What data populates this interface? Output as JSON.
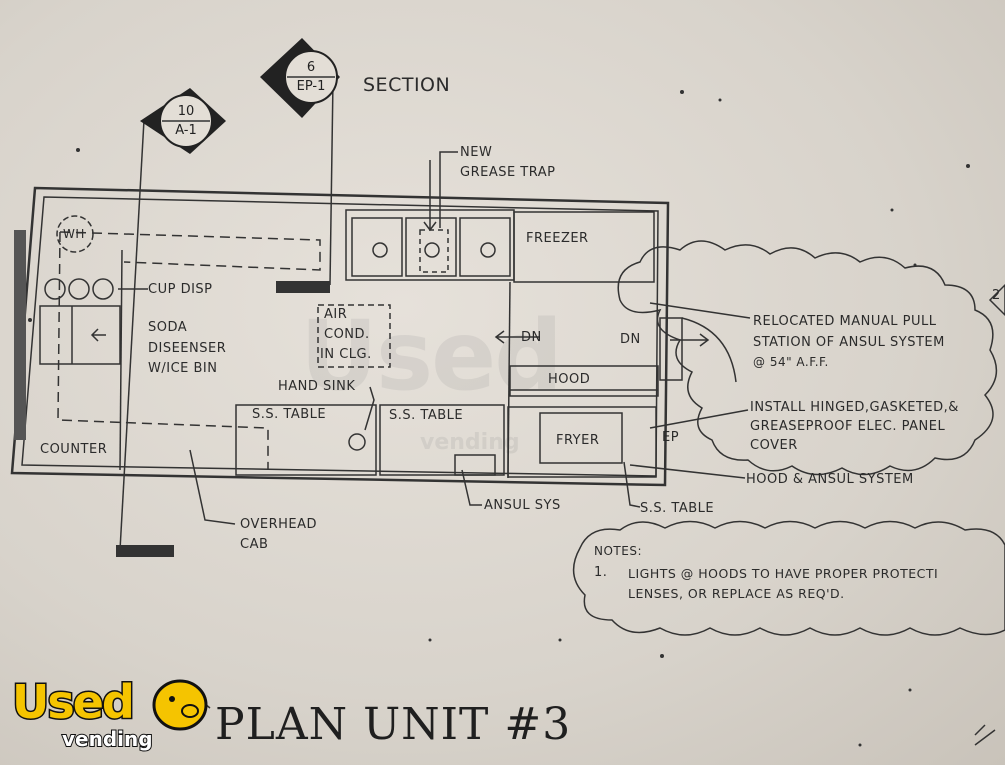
{
  "drawing": {
    "section_label": "SECTION",
    "plan_title": "PLAN UNIT #3",
    "section_markers": [
      {
        "number": "6",
        "sheet": "EP-1"
      },
      {
        "number": "10",
        "sheet": "A-1"
      }
    ],
    "labels": {
      "new_grease_trap_line1": "NEW",
      "new_grease_trap_line2": "GREASE TRAP",
      "freezer": "FREEZER",
      "wh": "WH",
      "cup_disp": "CUP DISP",
      "soda_line1": "SODA",
      "soda_line2": "DISEENSER",
      "soda_line3": "W/ICE BIN",
      "air_line1": "AIR",
      "air_line2": "COND.",
      "air_line3": "IN CLG.",
      "dn_center": "DN",
      "dn_right": "DN",
      "hood": "HOOD",
      "hand_sink": "HAND SINK",
      "ss_table_1": "S.S. TABLE",
      "ss_table_2": "S.S. TABLE",
      "fryer": "FRYER",
      "counter": "COUNTER",
      "overhead_line1": "OVERHEAD",
      "overhead_line2": "CAB",
      "ansul_sys": "ANSUL SYS",
      "ss_table_3": "S.S. TABLE",
      "ep": "EP",
      "partial_edge": "2"
    },
    "callouts": {
      "relocated_line1": "RELOCATED MANUAL PULL",
      "relocated_line2": "STATION OF ANSUL SYSTEM",
      "relocated_line3": "@ 54\" A.F.F.",
      "install_line1": "INSTALL HINGED,GASKETED,&",
      "install_line2": "GREASEPROOF ELEC. PANEL",
      "install_line3": "COVER",
      "hood_ansul": "HOOD & ANSUL SYSTEM"
    },
    "notes": {
      "heading": "NOTES:",
      "item_number": "1.",
      "line1": "LIGHTS @ HOODS TO HAVE PROPER PROTECTI",
      "line2": "LENSES, OR REPLACE AS REQ'D."
    }
  },
  "watermark": {
    "main": "Used",
    "sub": "vending"
  },
  "logo": {
    "used": "Used",
    "vending": "vending"
  }
}
